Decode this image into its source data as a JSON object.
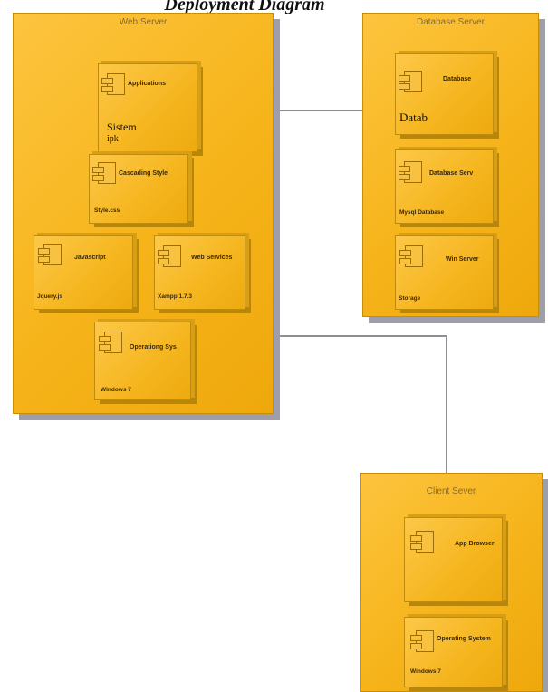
{
  "page_title": "Deployment Diagram",
  "servers": {
    "web": {
      "title": "Web Server",
      "components": {
        "applications": {
          "name": "Applications",
          "sub": ""
        },
        "cascading": {
          "name": "Cascading Style",
          "sub": "Style.css"
        },
        "javascript": {
          "name": "Javascript",
          "sub": "Jquery.js"
        },
        "webservices": {
          "name": "Web Services",
          "sub": "Xampp 1.7.3"
        },
        "os": {
          "name": "Operationg Sys",
          "sub": "Windows 7"
        }
      },
      "overlay_line1": "Sistem",
      "overlay_line2": "ipk"
    },
    "database": {
      "title": "Database Server",
      "components": {
        "database": {
          "name": "Database",
          "sub": ""
        },
        "dbserv": {
          "name": "Database Serv",
          "sub": "Mysql Database"
        },
        "winserver": {
          "name": "Win Server",
          "sub": "Storage"
        }
      },
      "overlay": "Datab"
    },
    "client": {
      "title": "Client Sever",
      "components": {
        "browser": {
          "name": "App Browser",
          "sub": ""
        },
        "os": {
          "name": "Operating System",
          "sub": "Windows 7"
        }
      }
    }
  },
  "colors": {
    "node_fill": "#f6b41a",
    "node_shadow": "#9e9ea8",
    "connector": "#8e8e94"
  }
}
